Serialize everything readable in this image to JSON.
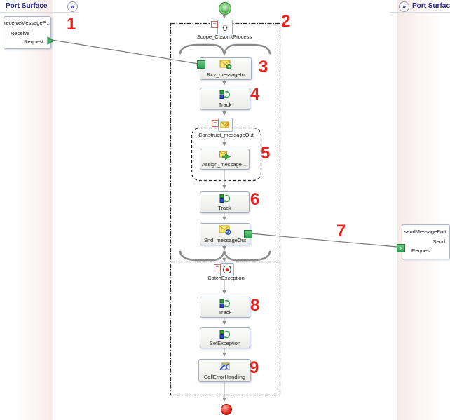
{
  "colors": {
    "annotation_red": "#e8231f",
    "panel_title_blue": "#26268c",
    "connector_green": "#2f9e4d",
    "envelope_yellow": "#fbe87a"
  },
  "left_panel": {
    "title": "Port Surface",
    "collapse_label": "«",
    "port": {
      "name": "receiveMessageP...",
      "direction": "Receive",
      "operation": "Request"
    }
  },
  "right_panel": {
    "title": "Port Surface",
    "collapse_label": "»",
    "port": {
      "name": "sendMessagePort",
      "direction": "Send",
      "operation": "Request"
    }
  },
  "orchestration": {
    "collapse_glyph": "−",
    "scope": {
      "label": "Scope_CusomtProcess",
      "icon_glyph": "{}"
    },
    "shapes": {
      "rcv": "Rcv_messageIn",
      "track_top": "Track",
      "construct": "Construct_messageOut",
      "assign": "Assign_message ...",
      "track_mid": "Track",
      "snd": "Snd_messageOut",
      "catch": "CatchException",
      "track_catch": "Track",
      "set_exception": "SetException",
      "call_error": "CallErrorHandling"
    }
  },
  "annotations": {
    "n1": "1",
    "n2": "2",
    "n3": "3",
    "n4": "4",
    "n5": "5",
    "n6": "6",
    "n7": "7",
    "n8": "8",
    "n9": "9"
  }
}
